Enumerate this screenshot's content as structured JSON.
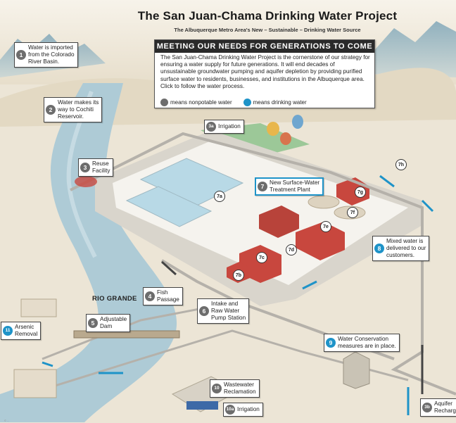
{
  "header": {
    "title": "The San Juan-Chama Drinking Water Project",
    "subtitle": "The Albuquerque Metro Area's New – Sustainable – Drinking Water Source"
  },
  "panel": {
    "heading": "MEETING OUR NEEDS FOR GENERATIONS TO COME",
    "body": "The San Juan-Chama Drinking Water Project is the cornerstone of our strategy for ensuring a water supply for future generations. It will end decades of unsustainable groundwater pumping and aquifer depletion by providing purified surface water to residents, businesses, and institutions in the Albuquerque area.  Click to follow the water process.",
    "legend_nonpotable": "means nonpotable water",
    "legend_drinking": "means drinking water"
  },
  "colors": {
    "nonpotable": "#6d6d6d",
    "drinking": "#1e93c8",
    "river": "#a9c9d6",
    "ground": "#efe9dc",
    "pad": "#f3f1ec",
    "road": "#c9c6c0",
    "irrigation": "#8fc28d"
  },
  "steps": [
    {
      "id": "1",
      "num": "1",
      "text": "Water is imported\nfrom the Colorado\nRiver Basin.",
      "kind": "nonpotable"
    },
    {
      "id": "2",
      "num": "2",
      "text": "Water makes its\nway to Cochiti\nReservoir.",
      "kind": "nonpotable"
    },
    {
      "id": "3",
      "num": "3",
      "text": "Reuse\nFacility",
      "kind": "nonpotable"
    },
    {
      "id": "3a",
      "num": "3a",
      "text": "Irrigation",
      "kind": "nonpotable"
    },
    {
      "id": "4",
      "num": "4",
      "text": "Fish\nPassage",
      "kind": "nonpotable"
    },
    {
      "id": "5",
      "num": "5",
      "text": "Adjustable\nDam",
      "kind": "nonpotable"
    },
    {
      "id": "6",
      "num": "6",
      "text": "Intake and\nRaw Water\nPump Station",
      "kind": "nonpotable"
    },
    {
      "id": "7",
      "num": "7",
      "text": "New Surface-Water\nTreatment Plant",
      "kind": "nonpotable"
    },
    {
      "id": "8",
      "num": "8",
      "text": "Mixed water is\ndelivered to our\ncustomers.",
      "kind": "drinking"
    },
    {
      "id": "9",
      "num": "9",
      "text": "Water Conservation\nmeasures are in place.",
      "kind": "drinking"
    },
    {
      "id": "10",
      "num": "10",
      "text": "Wastewater\nReclamation",
      "kind": "nonpotable"
    },
    {
      "id": "10a",
      "num": "10a",
      "text": "Irrigation",
      "kind": "nonpotable"
    },
    {
      "id": "11",
      "num": "11",
      "text": "Arsenic\nRemoval",
      "kind": "drinking"
    },
    {
      "id": "3b",
      "num": "3b",
      "text": "Aquifer\nRecharge",
      "kind": "nonpotable"
    }
  ],
  "plant_tags": [
    "7a",
    "7b",
    "7c",
    "7d",
    "7e",
    "7f",
    "7g",
    "7h"
  ],
  "river_label": "RIO GRANDE",
  "credit": "© ..."
}
